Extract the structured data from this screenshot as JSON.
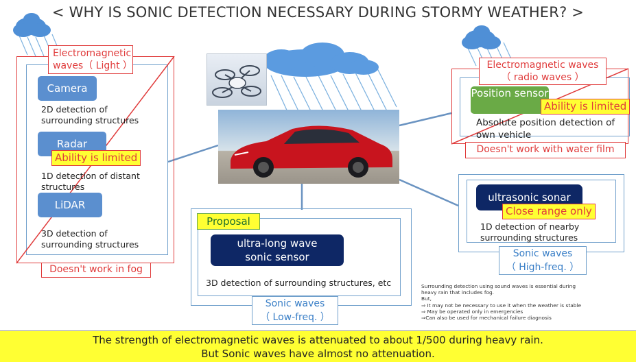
{
  "title": "< WHY IS SONIC DETECTION NECESSARY DURING STORMY WEATHER? >",
  "left_panel": {
    "header": "Electromagnetic waves（ Light ）",
    "camera": {
      "label": "Camera",
      "desc": "2D detection of surrounding structures"
    },
    "radar": {
      "label": "Radar",
      "desc": "1D detection of distant structures"
    },
    "lidar": {
      "label": "LiDAR",
      "desc": "3D detection of surrounding structures"
    },
    "warning": "Ability is limited",
    "footer": "Doesn't work in fog"
  },
  "right_top_panel": {
    "header_line1": "Electromagnetic waves",
    "header_line2": "（ radio waves ）",
    "sensor_label": "Position sensor",
    "warning": "Ability is limited",
    "desc": "Absolute position detection of own vehicle",
    "footer": "Doesn't work with water film"
  },
  "right_bottom_panel": {
    "sensor_label": "ultrasonic sonar",
    "warning": "Close range only",
    "desc": "1D detection of nearby surrounding structures",
    "footer_line1": "Sonic waves",
    "footer_line2": "（ High-freq. ）"
  },
  "center_panel": {
    "tag": "Proposal",
    "sensor_line1": "ultra-long wave",
    "sensor_line2": "sonic sensor",
    "desc": "3D detection of surrounding structures, etc",
    "footer_line1": "Sonic waves",
    "footer_line2": "（ Low-freq. ）"
  },
  "notes": [
    "Surrounding detection using sound waves is essential during",
    "heavy rain that includes fog.",
    "But,",
    "⇒ It may not be necessary to use it when the weather is stable",
    "⇒ May be operated only in emergencies",
    "⇒Can also be used for mechanical failure diagnosis"
  ],
  "banner": {
    "line1": "The strength of electromagnetic waves is attenuated to about 1/500 during heavy rain.",
    "line2": "But Sonic waves have almost no attenuation."
  },
  "colors": {
    "accent_blue": "#5b8fcf",
    "navy": "#0e2765",
    "warning_red": "#e03b3b",
    "highlight_yellow": "#ffff33",
    "green": "#6aaa46"
  }
}
